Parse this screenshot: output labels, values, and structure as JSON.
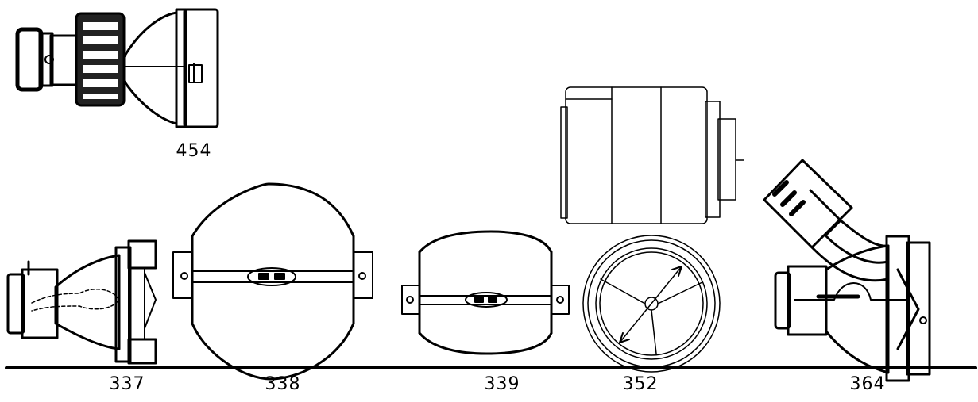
{
  "labels": {
    "lamp_454": "454",
    "lamp_337": "337",
    "lamp_338": "338",
    "lamp_339": "339",
    "lamp_352": "352",
    "lamp_364": "364"
  },
  "colors": {
    "line": "#000000",
    "background": "#ffffff"
  }
}
